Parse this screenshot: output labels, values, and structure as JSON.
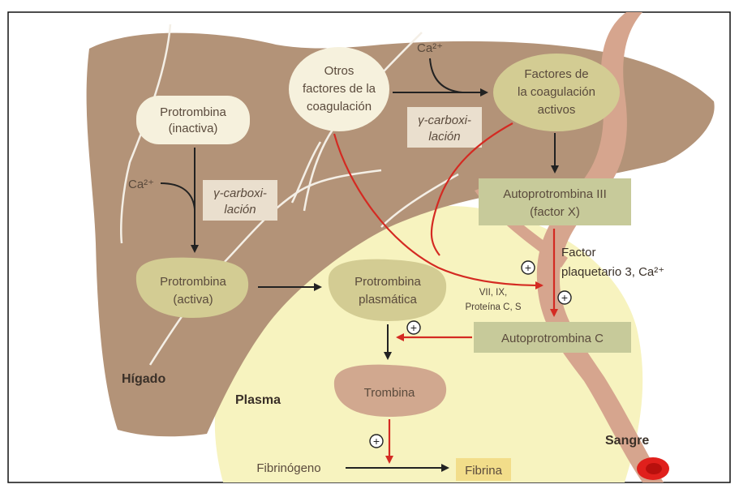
{
  "labels": {
    "liver_region": "Hígado",
    "plasma_region": "Plasma",
    "blood_region": "Sangre"
  },
  "nodes": {
    "prothrombin_inactive": [
      "Protrombina",
      "(inactiva)"
    ],
    "gamma_carbox_left": [
      "γ-carboxi-",
      "lación"
    ],
    "ca_left": "Ca²⁺",
    "prothrombin_active": [
      "Protrombina",
      "(activa)"
    ],
    "other_factors": [
      "Otros",
      "factores de la",
      "coagulación"
    ],
    "ca_top": "Ca²⁺",
    "gamma_carbox_top": [
      "γ-carboxi-",
      "lación"
    ],
    "active_factors": [
      "Factores de",
      "la coagulación",
      "activos"
    ],
    "autoprothrombin_iii": [
      "Autoprotrombina III",
      "(factor X)"
    ],
    "platelet_factor": [
      "Factor",
      "plaquetario 3, Ca²⁺"
    ],
    "cofactors": [
      "VII, IX,",
      "Proteína C, S"
    ],
    "plasma_prothrombin": [
      "Protrombina",
      "plasmática"
    ],
    "autoprothrombin_c": "Autoprotrombina C",
    "thrombin": "Trombina",
    "fibrinogen": "Fibrinógeno",
    "fibrin": "Fibrina"
  },
  "symbols": {
    "plus": "+"
  },
  "colors": {
    "liver": "#b39378",
    "plasma": "#f7f3bf",
    "vessel": "#d6a58e",
    "green_box": "#c7ca9a",
    "oval_cream": "#f6f1dd",
    "oval_olive": "#d3cc93",
    "oval_tan": "#d1a88f",
    "red_arrow": "#d42a22",
    "black_arrow": "#222222",
    "blood_dot": "#e0201c"
  }
}
